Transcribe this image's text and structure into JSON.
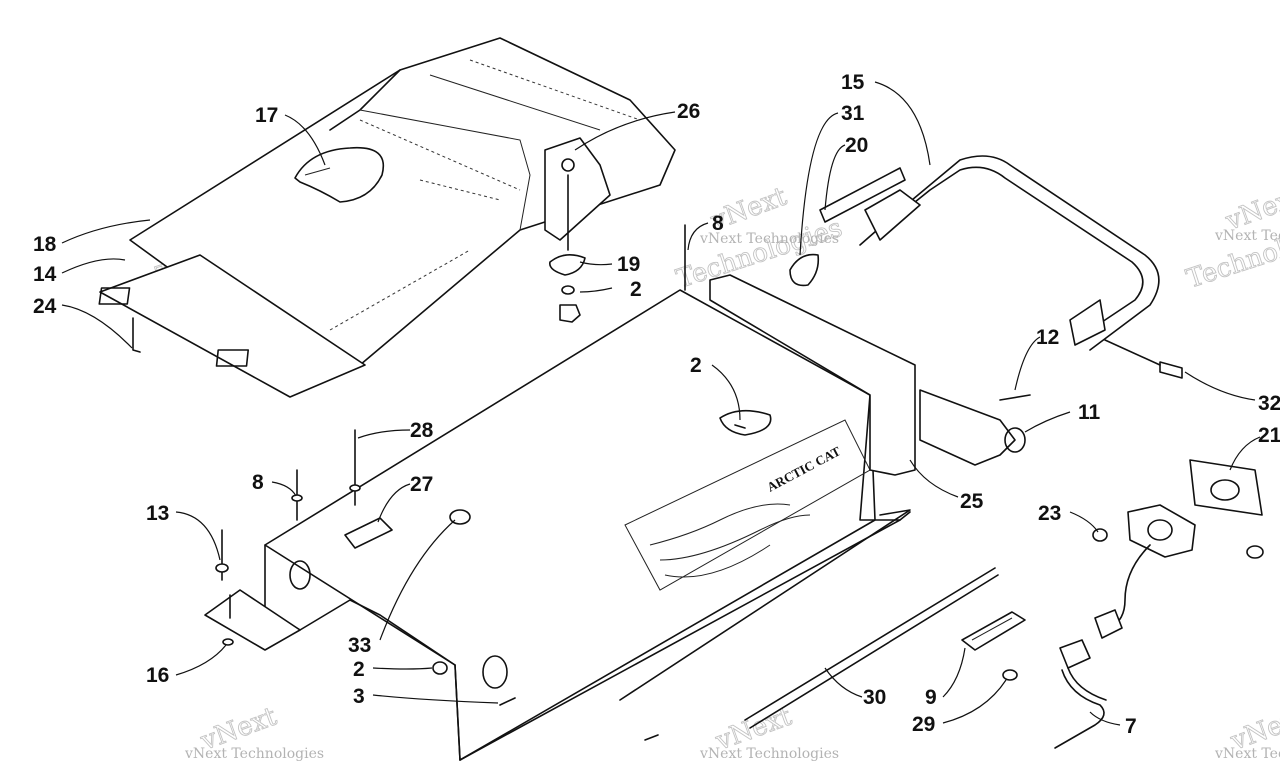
{
  "watermark": {
    "company_line": "vNext Technologies",
    "brand_word": "vNext",
    "second_word": "Technologies"
  },
  "decal_text": "ARCTIC CAT",
  "callouts": [
    {
      "label": "17"
    },
    {
      "label": "26"
    },
    {
      "label": "15"
    },
    {
      "label": "31"
    },
    {
      "label": "20"
    },
    {
      "label": "8"
    },
    {
      "label": "19"
    },
    {
      "label": "2"
    },
    {
      "label": "18"
    },
    {
      "label": "14"
    },
    {
      "label": "24"
    },
    {
      "label": "12"
    },
    {
      "label": "32"
    },
    {
      "label": "2"
    },
    {
      "label": "11"
    },
    {
      "label": "21"
    },
    {
      "label": "28"
    },
    {
      "label": "8"
    },
    {
      "label": "27"
    },
    {
      "label": "25"
    },
    {
      "label": "13"
    },
    {
      "label": "23"
    },
    {
      "label": "33"
    },
    {
      "label": "16"
    },
    {
      "label": "2"
    },
    {
      "label": "3"
    },
    {
      "label": "30"
    },
    {
      "label": "9"
    },
    {
      "label": "29"
    },
    {
      "label": "7"
    }
  ]
}
